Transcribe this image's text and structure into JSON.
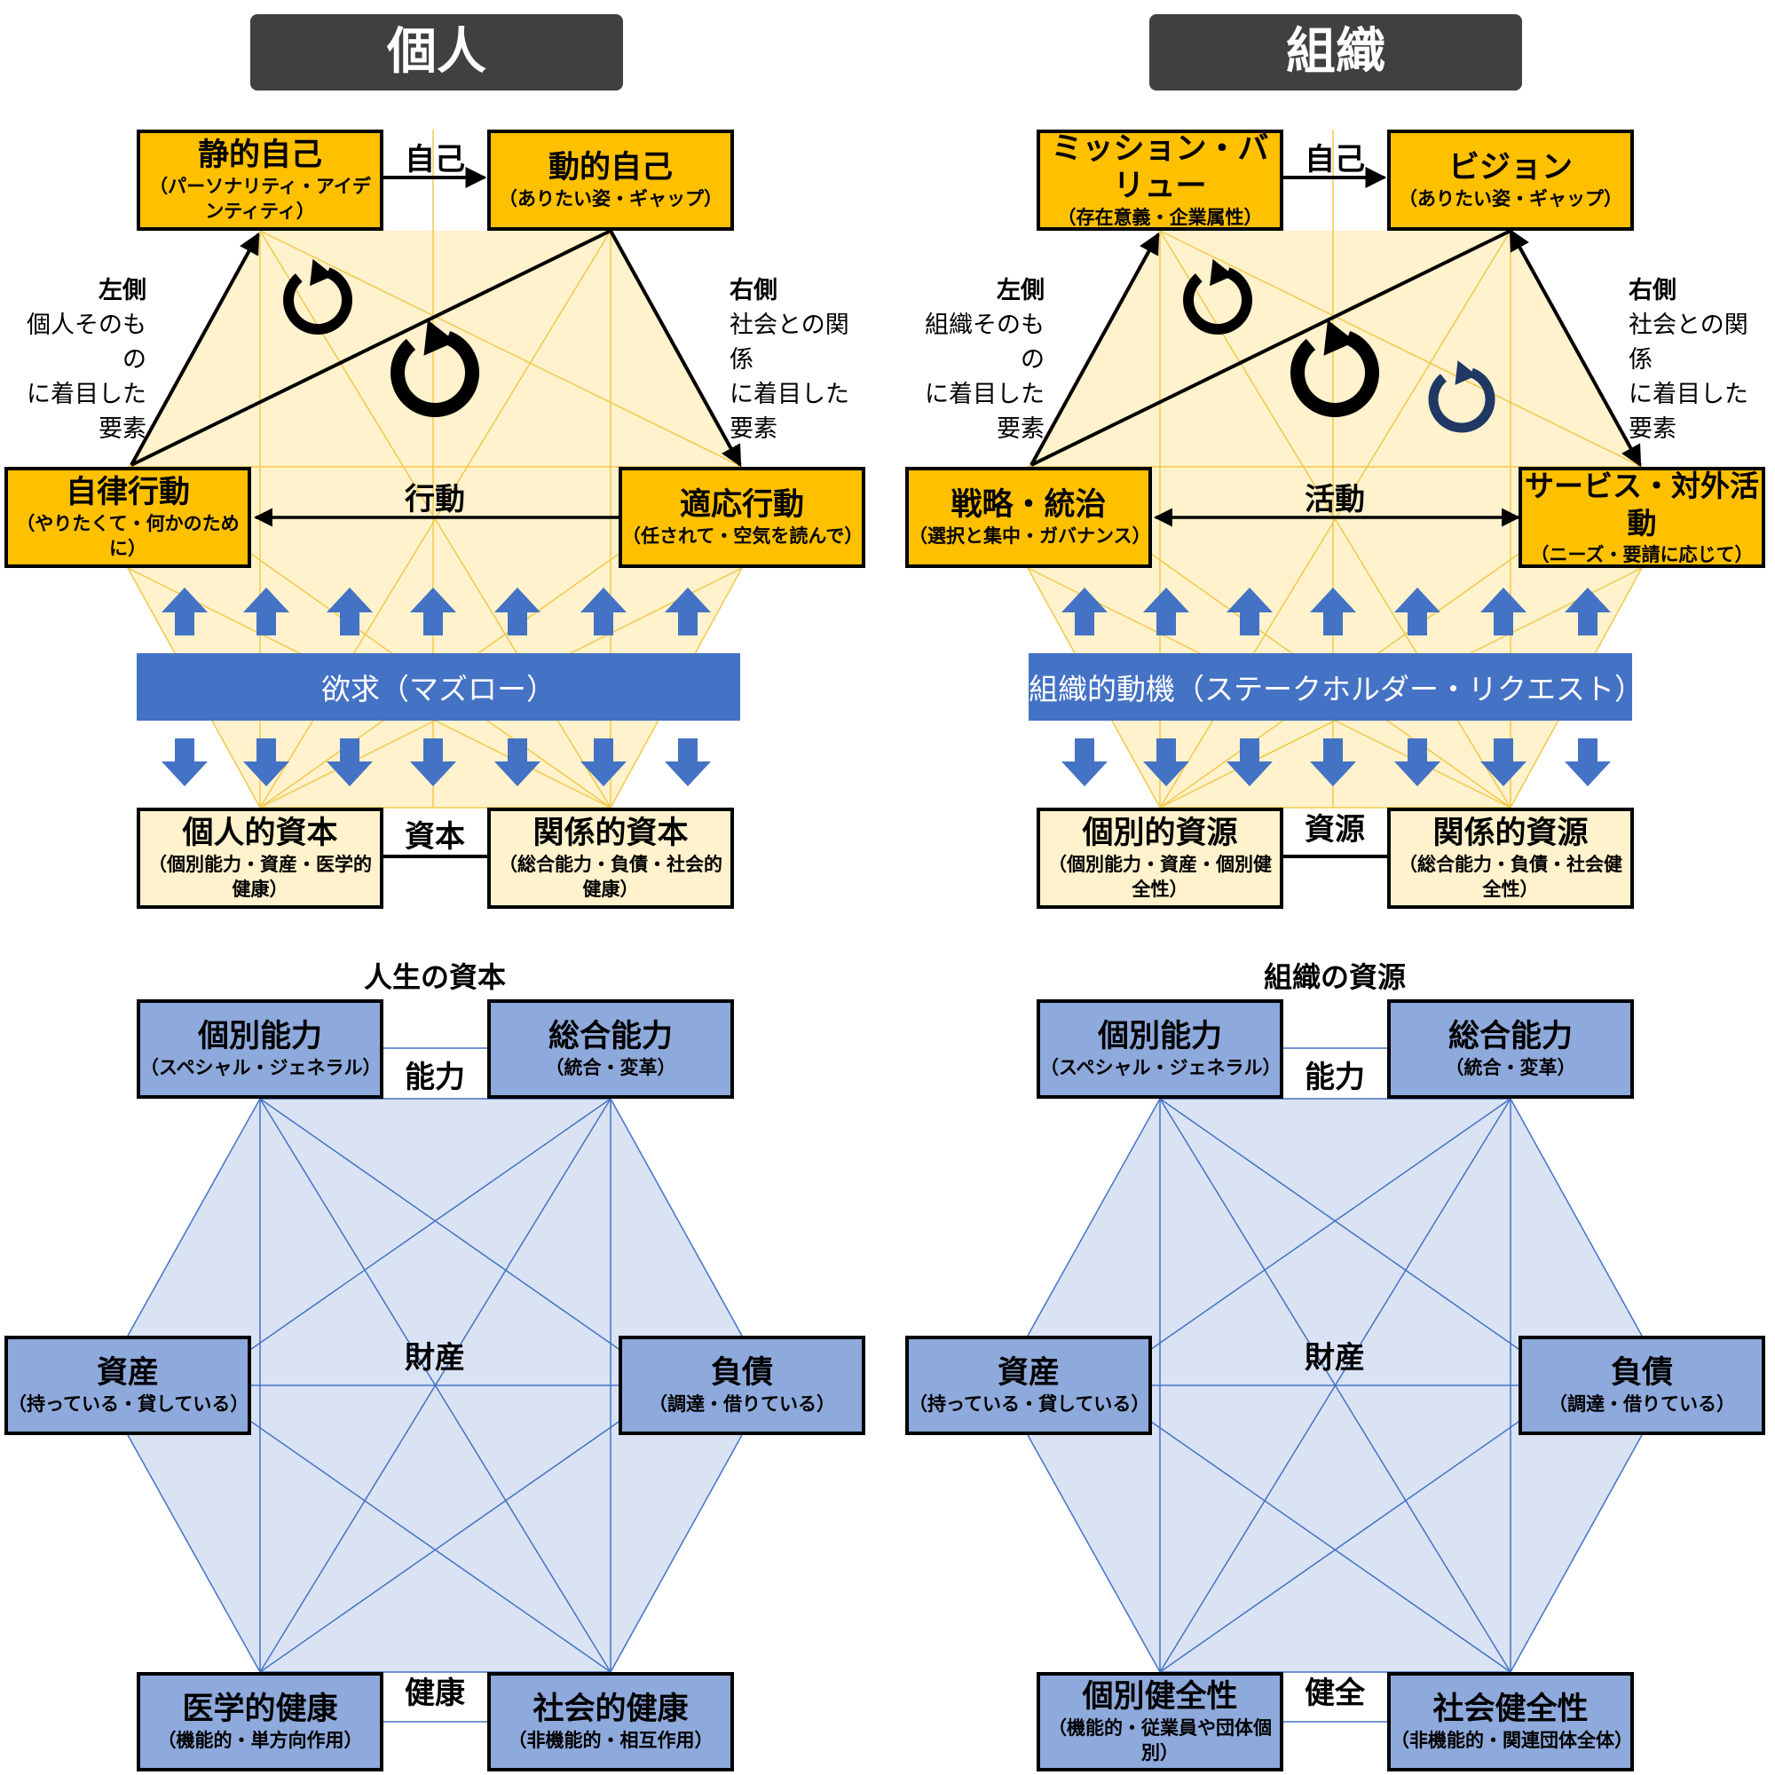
{
  "personal": {
    "header": "個人",
    "top_left": {
      "main": "静的自己",
      "sub": "（パーソナリティ・アイデンティティ）"
    },
    "top_right": {
      "main": "動的自己",
      "sub": "（ありたい姿・ギャップ）"
    },
    "mid_left": {
      "main": "自律行動",
      "sub": "（やりたくて・何かのために）"
    },
    "mid_right": {
      "main": "適応行動",
      "sub": "（任されて・空気を読んで）"
    },
    "top_edge": "自己",
    "mid_edge": "行動",
    "left_side": {
      "title": "左側",
      "lines": [
        "個人そのもの",
        "に着目した",
        "要素"
      ]
    },
    "right_side": {
      "title": "右側",
      "lines": [
        "社会との関係",
        "に着目した",
        "要素"
      ]
    },
    "banner": "欲求（マズロー）",
    "cap_left": {
      "main": "個人的資本",
      "sub": "（個別能力・資産・医学的健康）"
    },
    "cap_right": {
      "main": "関係的資本",
      "sub": "（総合能力・負債・社会的健康）"
    },
    "cap_edge": "資本",
    "hex_title": "人生の資本",
    "hex": {
      "tl": {
        "main": "個別能力",
        "sub": "（スペシャル・ジェネラル）"
      },
      "tr": {
        "main": "総合能力",
        "sub": "（統合・変革）"
      },
      "ml": {
        "main": "資産",
        "sub": "（持っている・貸している）"
      },
      "mr": {
        "main": "負債",
        "sub": "（調達・借りている）"
      },
      "bl": {
        "main": "医学的健康",
        "sub": "（機能的・単方向作用）"
      },
      "br": {
        "main": "社会的健康",
        "sub": "（非機能的・相互作用）"
      },
      "top_edge": "能力",
      "center": "財産",
      "bottom_edge": "健康"
    }
  },
  "org": {
    "header": "組織",
    "top_left": {
      "main": "ミッション・バリュー",
      "sub": "（存在意義・企業属性）"
    },
    "top_right": {
      "main": "ビジョン",
      "sub": "（ありたい姿・ギャップ）"
    },
    "mid_left": {
      "main": "戦略・統治",
      "sub": "（選択と集中・ガバナンス）"
    },
    "mid_right": {
      "main": "サービス・対外活動",
      "sub": "（ニーズ・要請に応じて）"
    },
    "top_edge": "自己",
    "mid_edge": "活動",
    "left_side": {
      "title": "左側",
      "lines": [
        "組織そのもの",
        "に着目した",
        "要素"
      ]
    },
    "right_side": {
      "title": "右側",
      "lines": [
        "社会との関係",
        "に着目した",
        "要素"
      ]
    },
    "banner": "組織的動機（ステークホルダー・リクエスト）",
    "cap_left": {
      "main": "個別的資源",
      "sub": "（個別能力・資産・個別健全性）"
    },
    "cap_right": {
      "main": "関係的資源",
      "sub": "（総合能力・負債・社会健全性）"
    },
    "cap_edge": "資源",
    "hex_title": "組織の資源",
    "hex": {
      "tl": {
        "main": "個別能力",
        "sub": "（スペシャル・ジェネラル）"
      },
      "tr": {
        "main": "総合能力",
        "sub": "（統合・変革）"
      },
      "ml": {
        "main": "資産",
        "sub": "（持っている・貸している）"
      },
      "mr": {
        "main": "負債",
        "sub": "（調達・借りている）"
      },
      "bl": {
        "main": "個別健全性",
        "sub": "（機能的・従業員や団体個別）"
      },
      "br": {
        "main": "社会健全性",
        "sub": "（非機能的・関連団体全体）"
      },
      "top_edge": "能力",
      "center": "財産",
      "bottom_edge": "健全"
    }
  },
  "colors": {
    "gold": "#FFC000",
    "cream": "#FFF2CC",
    "hex_fill": "#DAE3F3",
    "hex_box": "#8EA9DB",
    "banner": "#4472C4",
    "header": "#404040",
    "dark_cycle_arrow": "#1F3864"
  }
}
